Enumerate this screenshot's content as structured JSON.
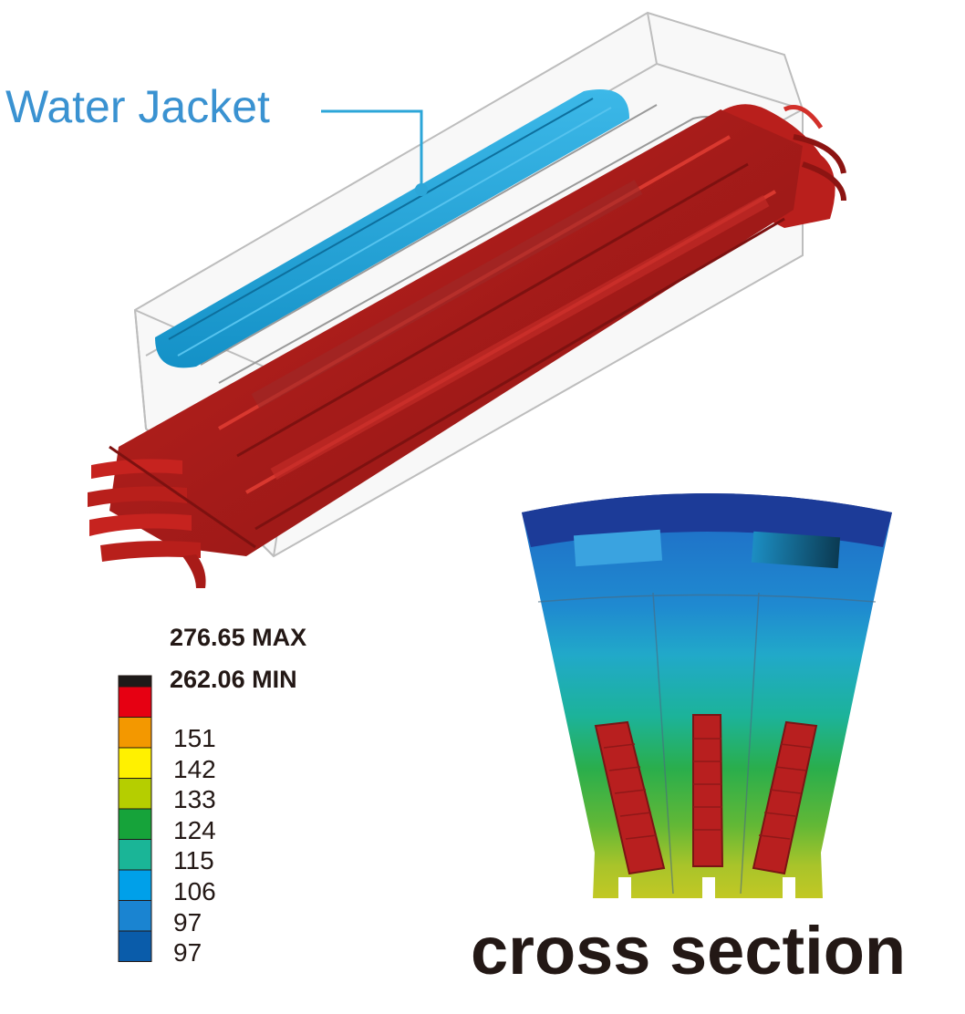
{
  "callout": {
    "water_jacket": "Water Jacket"
  },
  "legend": {
    "max_label": "276.65 MAX",
    "min_label": "262.06 MIN",
    "ticks": [
      "151",
      "142",
      "133",
      "124",
      "115",
      "106",
      "97",
      "97"
    ],
    "colors": [
      "#1d1a19",
      "#e60012",
      "#f39800",
      "#fff100",
      "#b5ce00",
      "#16a33a",
      "#1ab597",
      "#00a0e9",
      "#1a84d1",
      "#0a5caa"
    ]
  },
  "caption": "cross section",
  "colors": {
    "water_jacket": "#1aa3d9",
    "coil": "#b0201c",
    "housing": "#c8c8c8",
    "callout_line": "#2ca6d8"
  }
}
